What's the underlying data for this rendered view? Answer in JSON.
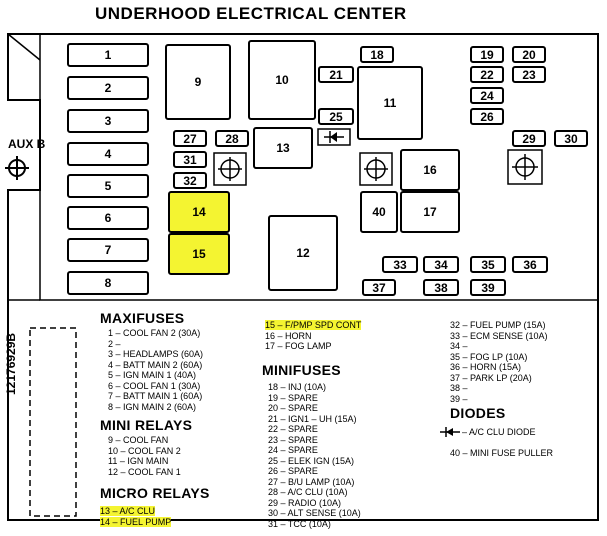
{
  "title": "UNDERHOOD ELECTRICAL CENTER",
  "aux_label": "AUX B",
  "part_number": "12176929B",
  "colors": {
    "highlight": "#f4f431",
    "line": "#000000"
  },
  "boxes": {
    "b1": "1",
    "b2": "2",
    "b3": "3",
    "b4": "4",
    "b5": "5",
    "b6": "6",
    "b7": "7",
    "b8": "8",
    "b9": "9",
    "b10": "10",
    "b11": "11",
    "b12": "12",
    "b13": "13",
    "b14": "14",
    "b15": "15",
    "b16": "16",
    "b17": "17",
    "b18": "18",
    "b19": "19",
    "b20": "20",
    "b21": "21",
    "b22": "22",
    "b23": "23",
    "b24": "24",
    "b25": "25",
    "b26": "26",
    "b27": "27",
    "b28": "28",
    "b29": "29",
    "b30": "30",
    "b31": "31",
    "b32": "32",
    "b33": "33",
    "b34": "34",
    "b35": "35",
    "b36": "36",
    "b37": "37",
    "b38": "38",
    "b39": "39",
    "b40": "40"
  },
  "legend": {
    "maxifuses": {
      "heading": "MAXIFUSES",
      "items": [
        "1 – COOL FAN 2 (30A)",
        "2 –",
        "3 – HEADLAMPS (60A)",
        "4 – BATT MAIN 2 (60A)",
        "5 – IGN MAIN 1 (40A)",
        "6 – COOL FAN 1 (30A)",
        "7 – BATT MAIN 1 (60A)",
        "8 – IGN MAIN 2 (60A)"
      ]
    },
    "mini_relays": {
      "heading": "MINI RELAYS",
      "items": [
        "9 – COOL FAN",
        "10 – COOL FAN 2",
        "11 – IGN MAIN",
        "12 – COOL FAN 1"
      ]
    },
    "micro_relays": {
      "heading": "MICRO RELAYS",
      "items": [
        "13 – A/C CLU",
        "14 – FUEL PUMP"
      ]
    },
    "micro_relays_cont": {
      "items": [
        "15 – F/PMP SPD CONT",
        "16 – HORN",
        "17 – FOG LAMP"
      ]
    },
    "minifuses": {
      "heading": "MINIFUSES",
      "items": [
        "18 – INJ (10A)",
        "19 – SPARE",
        "20 – SPARE",
        "21 – IGN1 – UH (15A)",
        "22 – SPARE",
        "23 – SPARE",
        "24 – SPARE",
        "25 – ELEK IGN (15A)",
        "26 – SPARE",
        "27 – B/U LAMP (10A)",
        "28 – A/C CLU (10A)",
        "29 – RADIO (10A)",
        "30 – ALT SENSE (10A)",
        "31 – TCC (10A)"
      ]
    },
    "minifuses_cont": {
      "items": [
        "32 – FUEL PUMP (15A)",
        "33 – ECM SENSE (10A)",
        "34 –",
        "35 – FOG LP (10A)",
        "36 – HORN (15A)",
        "37 – PARK LP (20A)",
        "38 –",
        "39 –"
      ]
    },
    "diodes": {
      "heading": "DIODES",
      "items": [
        "– A/C CLU DIODE",
        "40 – MINI FUSE PULLER"
      ]
    }
  }
}
